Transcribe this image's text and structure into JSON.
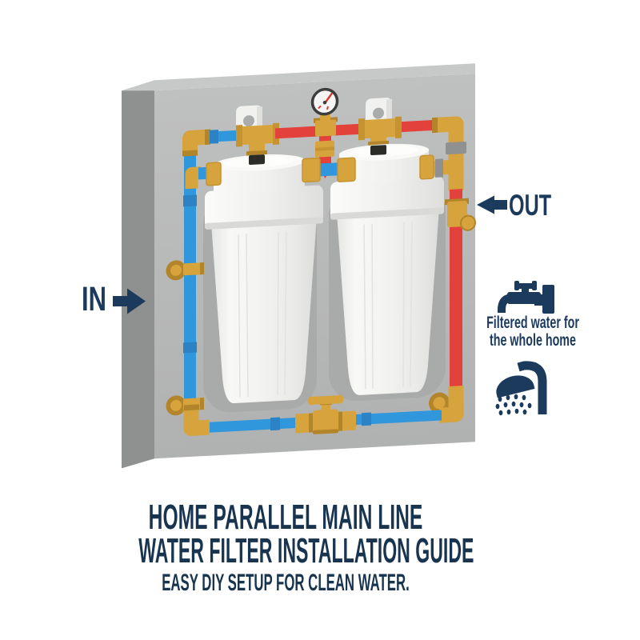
{
  "labels": {
    "in": "IN",
    "out": "OUT"
  },
  "caption": {
    "benefit_line1": "Filtered water for",
    "benefit_line2": "the whole home"
  },
  "title": {
    "line1": "HOME PARALLEL MAIN LINE",
    "line2": "WATER FILTER INSTALLATION GUIDE",
    "subtitle": "EASY DIY SETUP FOR CLEAN WATER."
  },
  "icons": [
    "pressure-gauge-icon",
    "right-arrow-icon",
    "left-arrow-icon",
    "faucet-icon",
    "shower-icon"
  ],
  "diagram_parts": [
    "mounting-board",
    "cold-inlet-pipe",
    "outlet-pipe",
    "filter-housing-left",
    "filter-housing-right",
    "crossover-fitting",
    "shutoff-valve",
    "pressure-gauge"
  ],
  "colors": {
    "navy": "#1C3A5C",
    "title_navy": "#18344F",
    "blue": "#3097DC",
    "blue_dark": "#2B82C4",
    "red": "#E2423B",
    "brass": "#D6A33C",
    "brass_dark": "#B3852A",
    "brass_ring": "#C59330",
    "panel_side": "#8F9090",
    "panel_top": "#C7C8C8",
    "coupling_gray": "#8F9090",
    "shadow_gray": "#A9AAAA",
    "black_nut": "#2B2B27",
    "gauge_rim": "#3D3D3D",
    "needle_red": "#D63A31"
  }
}
